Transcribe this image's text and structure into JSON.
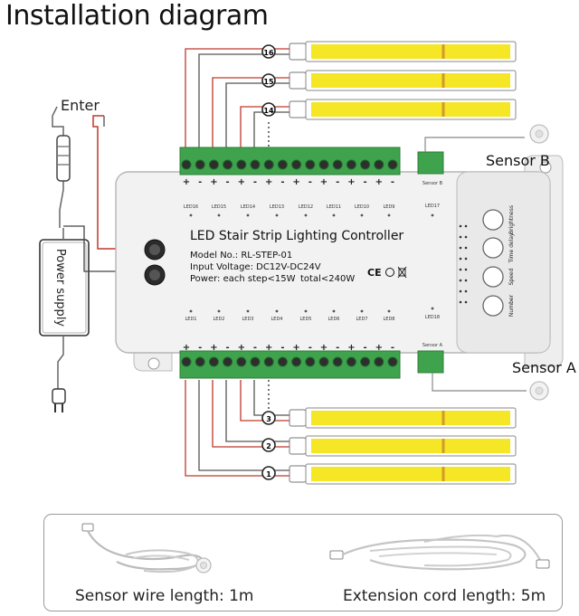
{
  "title": "Installation diagram",
  "labels": {
    "enter": "Enter",
    "power_supply": "Power supply",
    "sensor_b": "Sensor B",
    "sensor_a": "Sensor A",
    "plus": "+",
    "minus": "-"
  },
  "controller": {
    "name": "LED Stair Strip Lighting Controller",
    "model": "Model No.: RL-STEP-01",
    "voltage": "Input Voltage: DC12V-DC24V",
    "power": "Power: each step<15W",
    "total": "total<240W",
    "certs": "CE",
    "sensor_b_port": "Sensor B",
    "sensor_a_port": "Sensor A",
    "led_top": [
      "LED16",
      "LED15",
      "LED14",
      "LED13",
      "LED12",
      "LED11",
      "LED10",
      "LED9"
    ],
    "led17": "LED17",
    "led_bottom": [
      "LED1",
      "LED2",
      "LED3",
      "LED4",
      "LED5",
      "LED6",
      "LED7",
      "LED8"
    ],
    "led18": "LED18",
    "buttons": [
      "Brightness",
      "Time delay",
      "Speed",
      "Number"
    ]
  },
  "steps_top": [
    "16",
    "15",
    "14"
  ],
  "steps_bottom": [
    "3",
    "2",
    "1"
  ],
  "accessories": {
    "sensor_wire": "Sensor wire length: 1m",
    "extension_cord": "Extension cord length: 5m"
  },
  "colors": {
    "strip_yellow": "#f5e626",
    "terminal_green": "#3fa34d",
    "wire_red": "#c0392b",
    "controller_body": "#f2f2f2"
  }
}
